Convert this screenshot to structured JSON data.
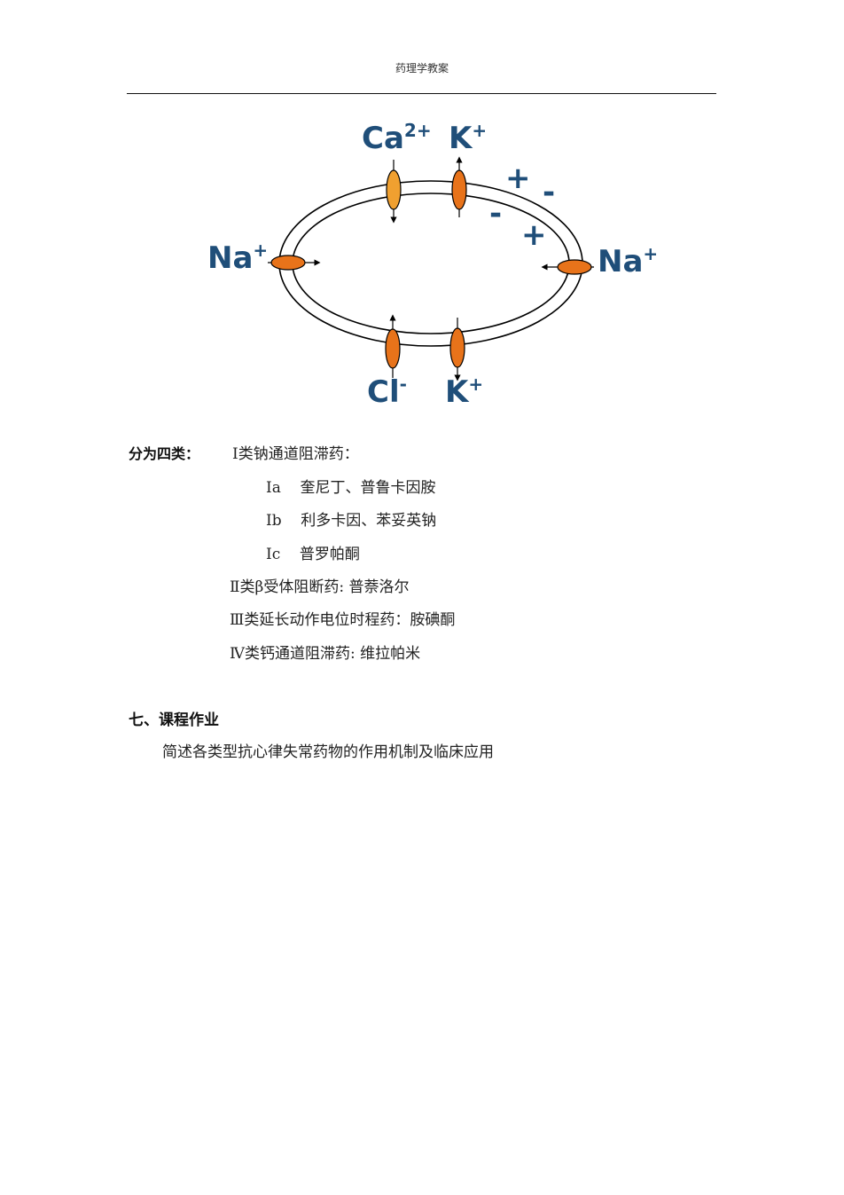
{
  "header": {
    "title": "药理学教案"
  },
  "diagram": {
    "ions": {
      "ca": "Ca",
      "ca_charge": "2+",
      "k_top": "K",
      "k_top_charge": "+",
      "na_left": "Na",
      "na_left_charge": "+",
      "na_right": "Na",
      "na_right_charge": "+",
      "cl": "Cl",
      "cl_charge": "-",
      "k_bottom": "K",
      "k_bottom_charge": "+"
    },
    "signs": {
      "outer_plus": "+",
      "outer_minus": "-",
      "inner_minus": "-",
      "inner_plus": "+"
    },
    "colors": {
      "channel_fill": "#e8731a",
      "channel_fill_ca": "#f0a030",
      "ion_text": "#1f4e79"
    }
  },
  "content": {
    "classes_label": "分为四类：",
    "class1": "Ⅰ类钠通道阻滞药：",
    "class1a": "Ⅰa    奎尼丁、普鲁卡因胺",
    "class1b": "Ⅰb    利多卡因、苯妥英钠",
    "class1c": "Ⅰc    普罗帕酮",
    "class2": "Ⅱ类β受体阻断药: 普萘洛尔",
    "class3": "Ⅲ类延长动作电位时程药：胺碘酮",
    "class4": "Ⅳ类钙通道阻滞药: 维拉帕米",
    "section7_title": "七、课程作业",
    "homework": "简述各类型抗心律失常药物的作用机制及临床应用"
  }
}
